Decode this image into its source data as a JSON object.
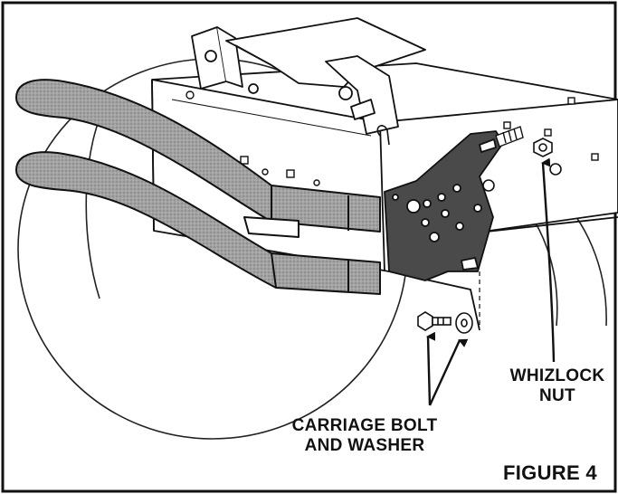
{
  "labels": {
    "carriage_line1": "CARRIAGE BOLT",
    "carriage_line2": "AND WASHER",
    "whizlock_line1": "WHIZLOCK",
    "whizlock_line2": "NUT",
    "figure": "FIGURE 4"
  },
  "colors": {
    "line": "#111111",
    "bumper_fill": "#9a9a9a",
    "plate_fill": "#4a4a4a",
    "background": "#ffffff"
  }
}
